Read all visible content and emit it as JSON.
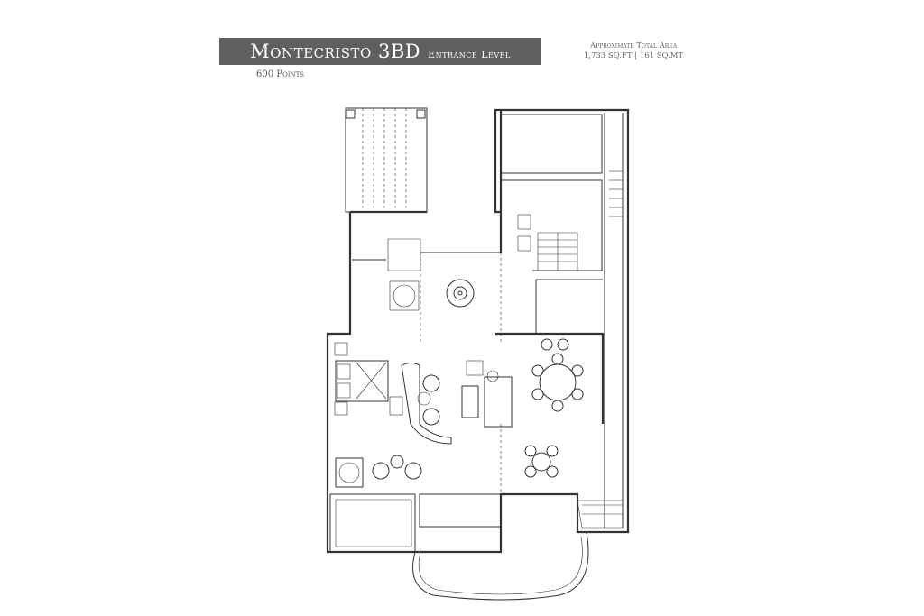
{
  "header": {
    "title": "Montecristo 3BD",
    "subtitle": "Entrance Level",
    "points": "600 Points",
    "area_label": "Approximate Total Area",
    "area_value": "1,733 SQ.FT  |  161 SQ.MT"
  },
  "colors": {
    "banner": "#5f5f62",
    "lines": "#333333"
  }
}
